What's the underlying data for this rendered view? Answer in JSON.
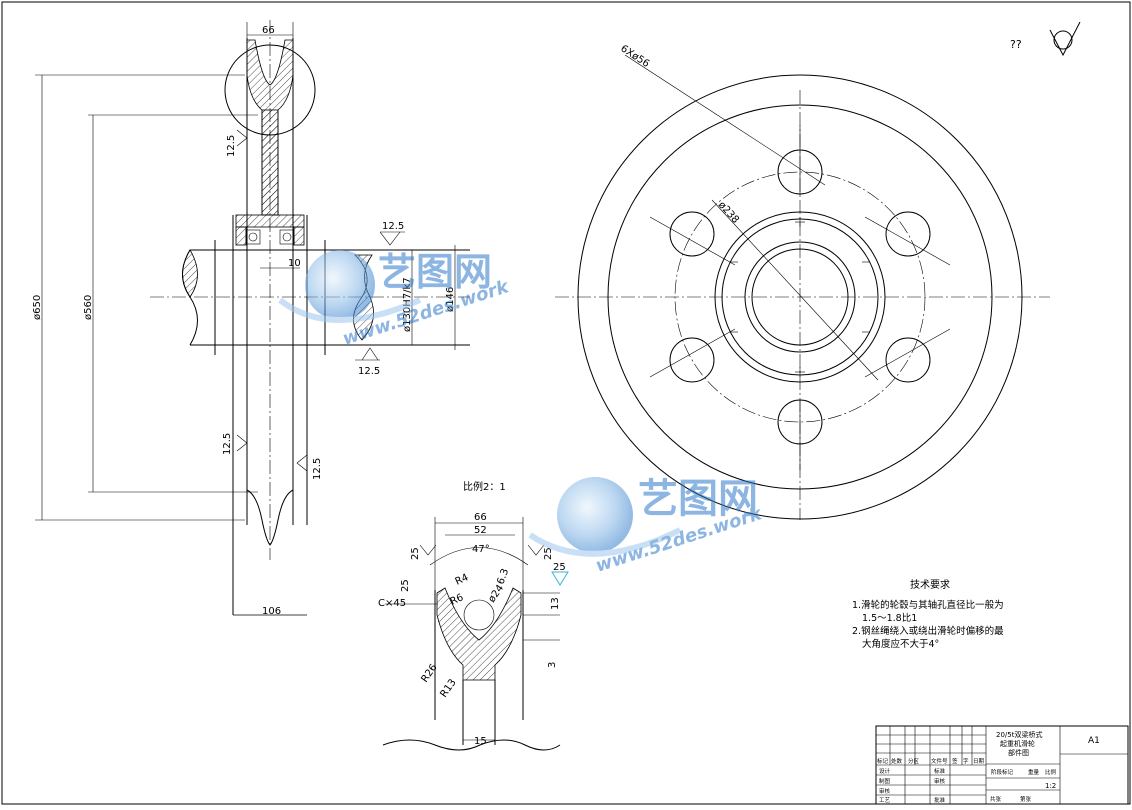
{
  "dims": {
    "top_width": "66",
    "d650": "ø650",
    "d560": "ø560",
    "r125a": "12.5",
    "r125b": "12.5",
    "r125c": "12.5",
    "r125d": "12.5",
    "r125e": "12.5",
    "w10": "10",
    "bore": "ø130H7/k7",
    "d146": "ø146",
    "width106": "106",
    "holes": "6Xø56",
    "pcd": "ø238"
  },
  "roughness_note": "??",
  "detail": {
    "scale_label": "比例2：1",
    "w66": "66",
    "w52": "52",
    "angle": "47°",
    "ra25a": "25",
    "ra25b": "25",
    "ra25c": "25",
    "ra25d": "25",
    "r4": "R4",
    "r6": "R6",
    "d24": "ø24",
    "v63": "6.3",
    "chamfer": "C×45",
    "v13": "13",
    "v3": "3",
    "r26": "R26",
    "r13": "R13",
    "v15": "15"
  },
  "notes": {
    "title": "技术要求",
    "line1": "1.滑轮的轮毂与其轴孔直径比一般为",
    "line2": "1.5～1.8比1",
    "line3": "2.钢丝绳绕入或绕出滑轮时偏移的最",
    "line4": "大角度应不大于4°"
  },
  "title_block": {
    "name1": "20/5t双梁桥式",
    "name2": "起重机滑轮",
    "name3": "部件图",
    "sheet_size": "A1",
    "col1": "标记",
    "col2": "处数",
    "col3": "分区",
    "col4": "文件号",
    "col5": "签",
    "col6": "字",
    "col7": "日期",
    "r_design": "设计",
    "r_std": "标准",
    "r_draw": "制图",
    "r_review": "审核",
    "r_check": "审核",
    "r_proc": "工艺",
    "r_approve": "批准",
    "r_stage": "阶段标记",
    "r_weight": "重量",
    "r_scale": "比例",
    "scale_val": "1:2",
    "sheets_total": "共张",
    "sheet_no": "第张"
  },
  "watermark": {
    "logo_text": "艺图网",
    "url": "www.52des.work"
  },
  "colors": {
    "watermark_blue": "#2f79c9",
    "watermark_light": "#9cc6ef",
    "line": "#000000",
    "roughness_cyan": "#33b7d6"
  }
}
